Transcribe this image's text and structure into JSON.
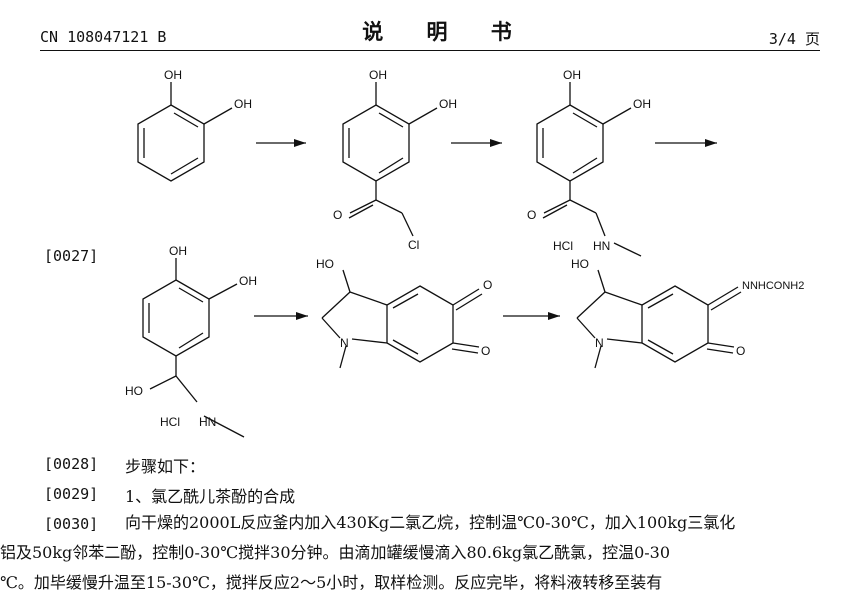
{
  "header": {
    "patent_number": "CN 108047121 B",
    "doc_title": "说 明 书",
    "page": "3/4 页"
  },
  "scheme": {
    "paragraph_no": "[0027]",
    "labels": {
      "oh": "OH",
      "ho": "HO",
      "cl": "Cl",
      "hcl": "HCl",
      "hn": "HN",
      "n": "N",
      "o": "O",
      "semicarbazone": "NNHCONH2"
    }
  },
  "paragraphs": [
    {
      "no": "[0028]",
      "text": "步骤如下："
    },
    {
      "no": "[0029]",
      "text": "1、氯乙酰儿茶酚的合成"
    },
    {
      "no": "[0030]",
      "lines": [
        "向干燥的2000L反应釜内加入430Kg二氯乙烷，控制温℃0-30℃，加入100kg三氯化",
        "铝及50kg邻苯二酚，控制0-30℃搅拌30分钟。由滴加罐缓慢滴入80.6kg氯乙酰氯，控温0-30",
        "℃。加毕缓慢升温至15-30℃，搅拌反应2～5小时，取样检测。反应完毕，将料液转移至装有"
      ]
    }
  ]
}
